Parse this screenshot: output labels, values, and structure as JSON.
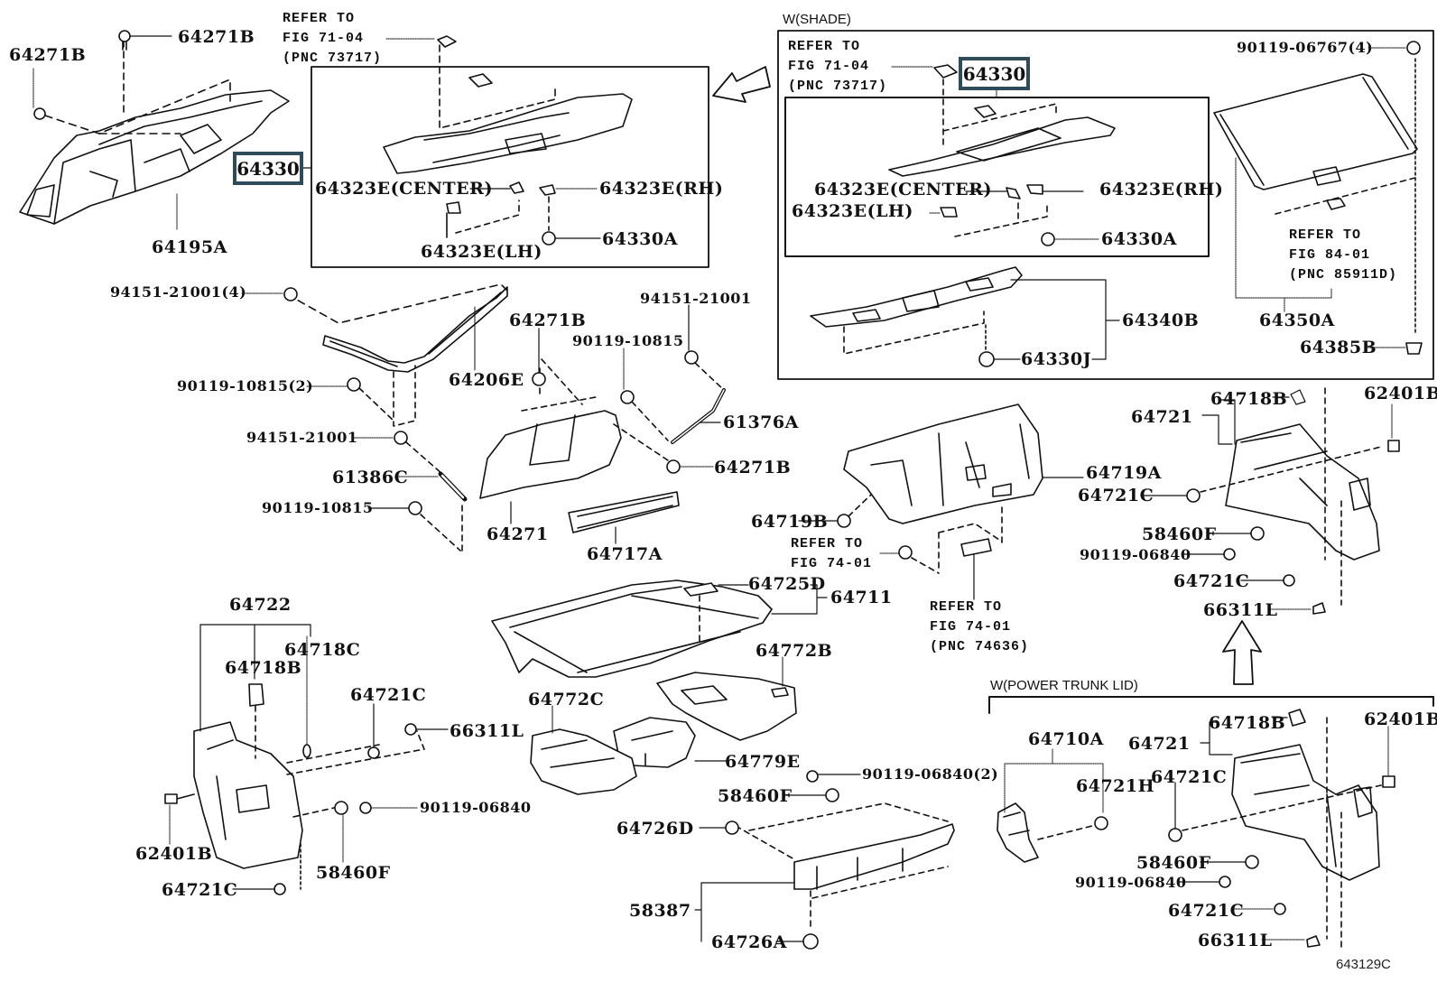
{
  "diagram": {
    "figure_id": "643129C",
    "sections": {
      "shade": "W(SHADE)",
      "power_trunk_lid": "W(POWER TRUNK LID)"
    },
    "highlighted_part": "64330",
    "refs": {
      "fig_71_04_left": "REFER TO\nFIG 71-04\n(PNC 73717)",
      "fig_71_04_shade": "REFER TO\nFIG 71-04\n(PNC 73717)",
      "fig_84_01": "REFER TO\nFIG 84-01\n(PNC 85911D)",
      "fig_74_01_a": "REFER TO\nFIG 74-01",
      "fig_74_01_b": "REFER TO\nFIG 74-01\n(PNC 74636)"
    },
    "labels": {
      "l_64271B_a": "64271B",
      "l_64271B_b": "64271B",
      "l_64195A": "64195A",
      "l_64330_left": "64330",
      "l_64323E_center": "64323E(CENTER)",
      "l_64323E_rh": "64323E(RH)",
      "l_64323E_lh": "64323E(LH)",
      "l_64330A": "64330A",
      "s_64330": "64330",
      "s_64323E_center": "64323E(CENTER)",
      "s_64323E_rh": "64323E(RH)",
      "s_64323E_lh": "64323E(LH)",
      "s_64330A": "64330A",
      "s_64340B": "64340B",
      "s_64330J": "64330J",
      "s_90119_06767": "90119-06767(4)",
      "s_64350A": "64350A",
      "s_64385B": "64385B",
      "m_94151_21001_4": "94151-21001(4)",
      "m_90119_10815_2": "90119-10815(2)",
      "m_94151_21001": "94151-21001",
      "m_61386C": "61386C",
      "m_90119_10815": "90119-10815",
      "m_64206E": "64206E",
      "m_64271B_c": "64271B",
      "m_90119_10815_b": "90119-10815",
      "m_94151_21001_b": "94151-21001",
      "m_61376A": "61376A",
      "m_64271B_d": "64271B",
      "m_64271": "64271",
      "m_64717A": "64717A",
      "m_64719A": "64719A",
      "m_64719B": "64719B",
      "m_64725D": "64725D",
      "m_64711": "64711",
      "r_64718B": "64718B",
      "r_64721": "64721",
      "r_62401B": "62401B",
      "r_64721C_a": "64721C",
      "r_58460F": "58460F",
      "r_90119_06840": "90119-06840",
      "r_64721C_b": "64721C",
      "r_66311L": "66311L",
      "b_64722": "64722",
      "b_64718B": "64718B",
      "b_64718C": "64718C",
      "b_64721C_a": "64721C",
      "b_66311L": "66311L",
      "b_62401B": "62401B",
      "b_90119_06840": "90119-06840",
      "b_58460F": "58460F",
      "b_64721C_b": "64721C",
      "c_64772B": "64772B",
      "c_64772C": "64772C",
      "c_64779E": "64779E",
      "c_90119_06840_2": "90119-06840(2)",
      "c_58460F": "58460F",
      "c_64726D": "64726D",
      "c_58387": "58387",
      "c_64726A": "64726A",
      "p_64710A": "64710A",
      "p_64721H": "64721H",
      "p_64721": "64721",
      "p_64718B": "64718B",
      "p_62401B": "62401B",
      "p_64721C_a": "64721C",
      "p_58460F": "58460F",
      "p_90119_06840": "90119-06840",
      "p_64721C_b": "64721C",
      "p_66311L": "66311L"
    }
  }
}
